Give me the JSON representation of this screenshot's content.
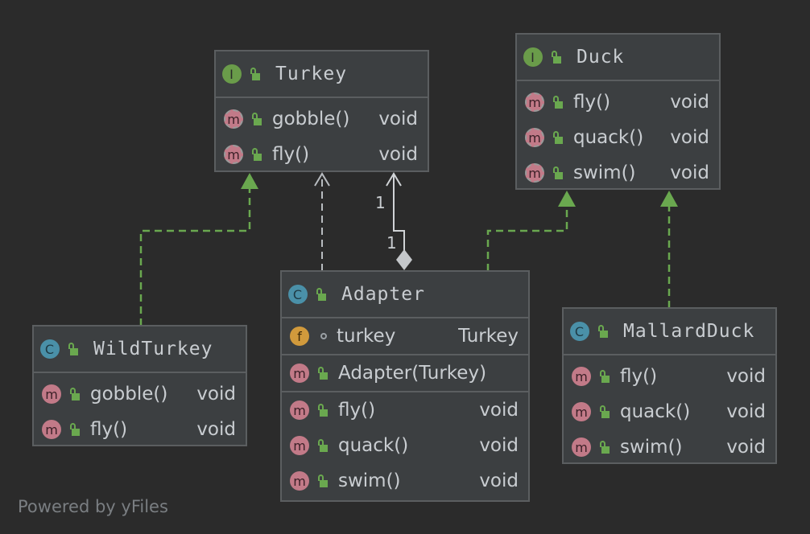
{
  "nodes": {
    "turkey": {
      "badge": "I",
      "title": "Turkey",
      "methods": [
        {
          "badge": "m",
          "name": "gobble()",
          "type": "void"
        },
        {
          "badge": "m",
          "name": "fly()",
          "type": "void"
        }
      ]
    },
    "duck": {
      "badge": "I",
      "title": "Duck",
      "methods": [
        {
          "badge": "m",
          "name": "fly()",
          "type": "void"
        },
        {
          "badge": "m",
          "name": "quack()",
          "type": "void"
        },
        {
          "badge": "m",
          "name": "swim()",
          "type": "void"
        }
      ]
    },
    "wildturkey": {
      "badge": "C",
      "title": "WildTurkey",
      "methods": [
        {
          "badge": "m",
          "name": "gobble()",
          "type": "void"
        },
        {
          "badge": "m",
          "name": "fly()",
          "type": "void"
        }
      ]
    },
    "adapter": {
      "badge": "C",
      "title": "Adapter",
      "field": {
        "badge": "f",
        "name": "turkey",
        "type": "Turkey"
      },
      "constructor": {
        "badge": "m",
        "name": "Adapter(Turkey)"
      },
      "methods": [
        {
          "badge": "m",
          "name": "fly()",
          "type": "void"
        },
        {
          "badge": "m",
          "name": "quack()",
          "type": "void"
        },
        {
          "badge": "m",
          "name": "swim()",
          "type": "void"
        }
      ]
    },
    "mallardduck": {
      "badge": "C",
      "title": "MallardDuck",
      "methods": [
        {
          "badge": "m",
          "name": "fly()",
          "type": "void"
        },
        {
          "badge": "m",
          "name": "quack()",
          "type": "void"
        },
        {
          "badge": "m",
          "name": "swim()",
          "type": "void"
        }
      ]
    }
  },
  "edges": {
    "multiplicity_target": "1",
    "multiplicity_source": "1"
  },
  "footer": "Powered by yFiles",
  "colors": {
    "background": "#2b2b2b",
    "node_fill": "#3c3f41",
    "border": "#5b5e60",
    "implements_edge": "#6aa84f",
    "dependency_edge": "#b8bcc0",
    "interface_badge": "#6a9c4a",
    "class_badge": "#4a90a8",
    "method_badge": "#c27a88",
    "field_badge": "#d19a3c"
  }
}
